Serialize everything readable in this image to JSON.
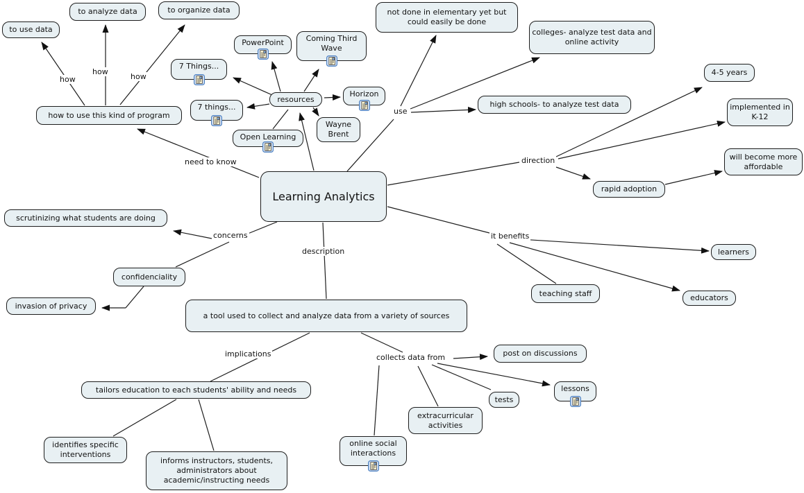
{
  "map": {
    "root_label": "Learning Analytics",
    "tool_style": "concept-map"
  },
  "colors": {
    "node_fill": "#e8f0f3",
    "node_border": "#1c1c1c",
    "line": "#1c1c1c",
    "background": "#ffffff",
    "icon_border": "#4a7fc1",
    "icon_fill": "#d9e6f7"
  },
  "icons": {
    "resource_icon": "attached-resource-document"
  },
  "nodes": {
    "learning_analytics": {
      "label": "Learning Analytics"
    },
    "to_use_data": {
      "label": "to use data"
    },
    "to_analyze_data": {
      "label": "to analyze data"
    },
    "to_organize_data": {
      "label": "to organize data"
    },
    "how_to_use": {
      "label": "how to use this kind of program"
    },
    "seven_things_upper": {
      "label": "7 Things..."
    },
    "seven_things_lower": {
      "label": "7 things..."
    },
    "powerpoint": {
      "label": "PowerPoint"
    },
    "coming_third_wave": {
      "label": "Coming Third Wave"
    },
    "horizon": {
      "label": "Horizon"
    },
    "wayne_brent": {
      "label": "Wayne Brent"
    },
    "open_learning": {
      "label": "Open Learning"
    },
    "resources": {
      "label": "resources"
    },
    "not_done_elementary": {
      "label": "not done in elementary yet but could easily be done"
    },
    "colleges": {
      "label": "colleges- analyze test data and online activity"
    },
    "high_schools": {
      "label": "high schools- to analyze test data"
    },
    "four_five_years": {
      "label": "4-5 years"
    },
    "implemented_k12": {
      "label": "implemented in K-12"
    },
    "more_affordable": {
      "label": "will become more affordable"
    },
    "rapid_adoption": {
      "label": "rapid adoption"
    },
    "scrutinizing": {
      "label": "scrutinizing what students are doing"
    },
    "confidenciality": {
      "label": "confidenciality"
    },
    "invasion_privacy": {
      "label": "invasion of privacy"
    },
    "tool_description": {
      "label": "a tool used to collect and analyze data from a variety of sources"
    },
    "teaching_staff": {
      "label": "teaching staff"
    },
    "learners": {
      "label": "learners"
    },
    "educators": {
      "label": "educators"
    },
    "tailors_education": {
      "label": "tailors education to each students' ability and needs"
    },
    "identifies_interventions": {
      "label": "identifies specific interventions"
    },
    "informs_instructors": {
      "label": "informs instructors, students, administrators about academic/instructing needs"
    },
    "post_discussions": {
      "label": "post on discussions"
    },
    "lessons": {
      "label": "lessons"
    },
    "tests": {
      "label": "tests"
    },
    "extracurricular": {
      "label": "extracurricular activities"
    },
    "online_social": {
      "label": "online social interactions"
    }
  },
  "edge_labels": {
    "how_1": "how",
    "how_2": "how",
    "how_3": "how",
    "need_to_know": "need to know",
    "use": "use",
    "direction": "direction",
    "concerns": "concerns",
    "description": "description",
    "it_benefits": "it benefits",
    "implications": "implications",
    "collects_data_from": "collects data from"
  }
}
